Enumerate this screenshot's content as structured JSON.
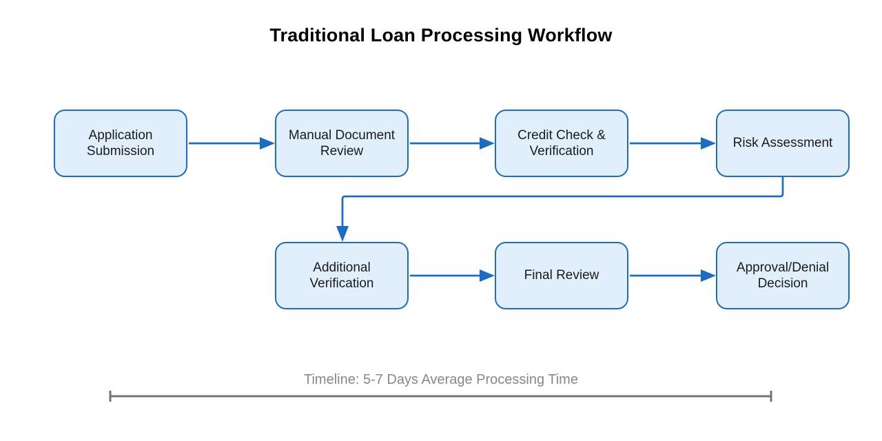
{
  "title": "Traditional Loan Processing Workflow",
  "nodes": [
    {
      "id": "application-submission",
      "label": "Application Submission"
    },
    {
      "id": "manual-document-review",
      "label": "Manual Document Review"
    },
    {
      "id": "credit-check-verification",
      "label": "Credit Check & Verification"
    },
    {
      "id": "risk-assessment",
      "label": "Risk Assessment"
    },
    {
      "id": "additional-verification",
      "label": "Additional Verification"
    },
    {
      "id": "final-review",
      "label": "Final Review"
    },
    {
      "id": "approval-denial-decision",
      "label": "Approval/Denial Decision"
    }
  ],
  "edges": [
    {
      "from": "application-submission",
      "to": "manual-document-review"
    },
    {
      "from": "manual-document-review",
      "to": "credit-check-verification"
    },
    {
      "from": "credit-check-verification",
      "to": "risk-assessment"
    },
    {
      "from": "risk-assessment",
      "to": "additional-verification"
    },
    {
      "from": "additional-verification",
      "to": "final-review"
    },
    {
      "from": "final-review",
      "to": "approval-denial-decision"
    }
  ],
  "timeline": {
    "label": "Timeline: 5-7 Days Average Processing Time"
  },
  "colors": {
    "node_fill": "#e1effc",
    "node_border": "#1d6cc4",
    "arrow": "#1d6cc4",
    "timeline_line": "#737373",
    "timeline_text": "#878787",
    "title_text": "#000000",
    "node_text": "#1a1a1a",
    "background": "#ffffff"
  }
}
